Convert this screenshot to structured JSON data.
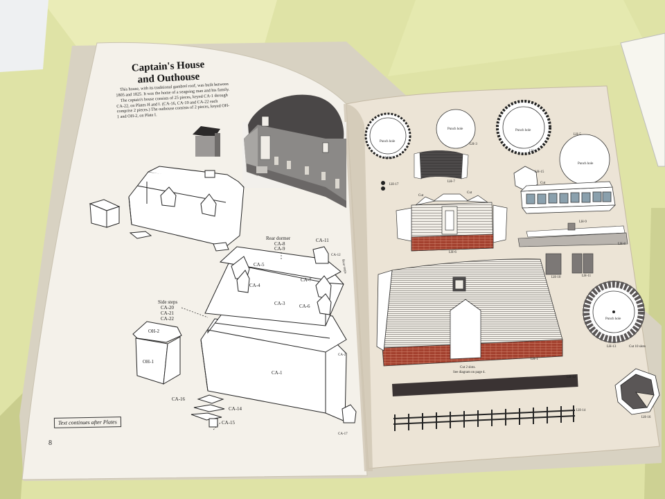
{
  "left_page": {
    "title_line1": "Captain's House",
    "title_line2": "and Outhouse",
    "intro_p1": "This house, with its traditional gambrel roof, was built between 1805 and 1825. It was the home of a seagoing man and his family.",
    "intro_p2": "The captain's house consists of 25 pieces, keyed CA-1 through CA-22, on Plates H and I. (CA-16, CA-19 and CA-22 each comprise 2 pieces.) The outhouse consists of 2 pieces, keyed OH-1 and OH-2, on Plate I.",
    "labels": {
      "rear_dormer": "Rear dormer",
      "ca8": "CA-8",
      "ca9": "CA-9",
      "ca11": "CA-11",
      "ca12": "CA-12",
      "ca5": "CA-5",
      "ca4": "CA-4",
      "ca7": "CA-7",
      "ca3": "CA-3",
      "ca6": "CA-6",
      "side_steps": "Side steps",
      "ca20": "CA-20",
      "ca21": "CA-21",
      "ca22": "CA-22",
      "oh2": "OH-2",
      "oh1": "OH-1",
      "ca1": "CA-1",
      "ca2": "CA-2",
      "ca16": "CA-16",
      "ca14": "CA-14",
      "ca15": "CA-15",
      "ca17": "CA-17",
      "rear_steps": "Rear steps"
    },
    "note": "Text continues after Plates",
    "page_number": "8"
  },
  "right_page": {
    "labels": {
      "punch_hole_1": "Punch hole",
      "punch_hole_2": "Punch hole",
      "punch_hole_3": "Punch hole",
      "punch_hole_4": "Punch hole",
      "punch_hole_5": "Punch hole",
      "lh2": "LH-2",
      "lh3": "LH-3",
      "lh4": "LH-4",
      "lh5": "LH-5",
      "lh7": "LH-7",
      "lh17": "LH-17",
      "lh15": "LH-15",
      "lh9": "LH-9",
      "lh8": "LH-8",
      "lh6": "LH-6",
      "lh10": "LH-10",
      "lh11": "LH-11",
      "lh1": "LH-1",
      "lh13": "LH-13",
      "lh12": "LH-12",
      "lh14": "LH-14",
      "lh16": "LH-16",
      "cut_1": "Cut",
      "cut_2": "Cut",
      "cut_3": "Cut",
      "cut_10_slots": "Cut 10 slots",
      "cut_2_slots": "Cut 2 slots.",
      "see_diagram": "See diagram on page 4."
    }
  },
  "colors": {
    "background": "#dfe3a6",
    "left_paper": "#f4f1ea",
    "right_paper": "#ece4d6",
    "brick": "#a3402e",
    "shingle": "#5a5656"
  }
}
